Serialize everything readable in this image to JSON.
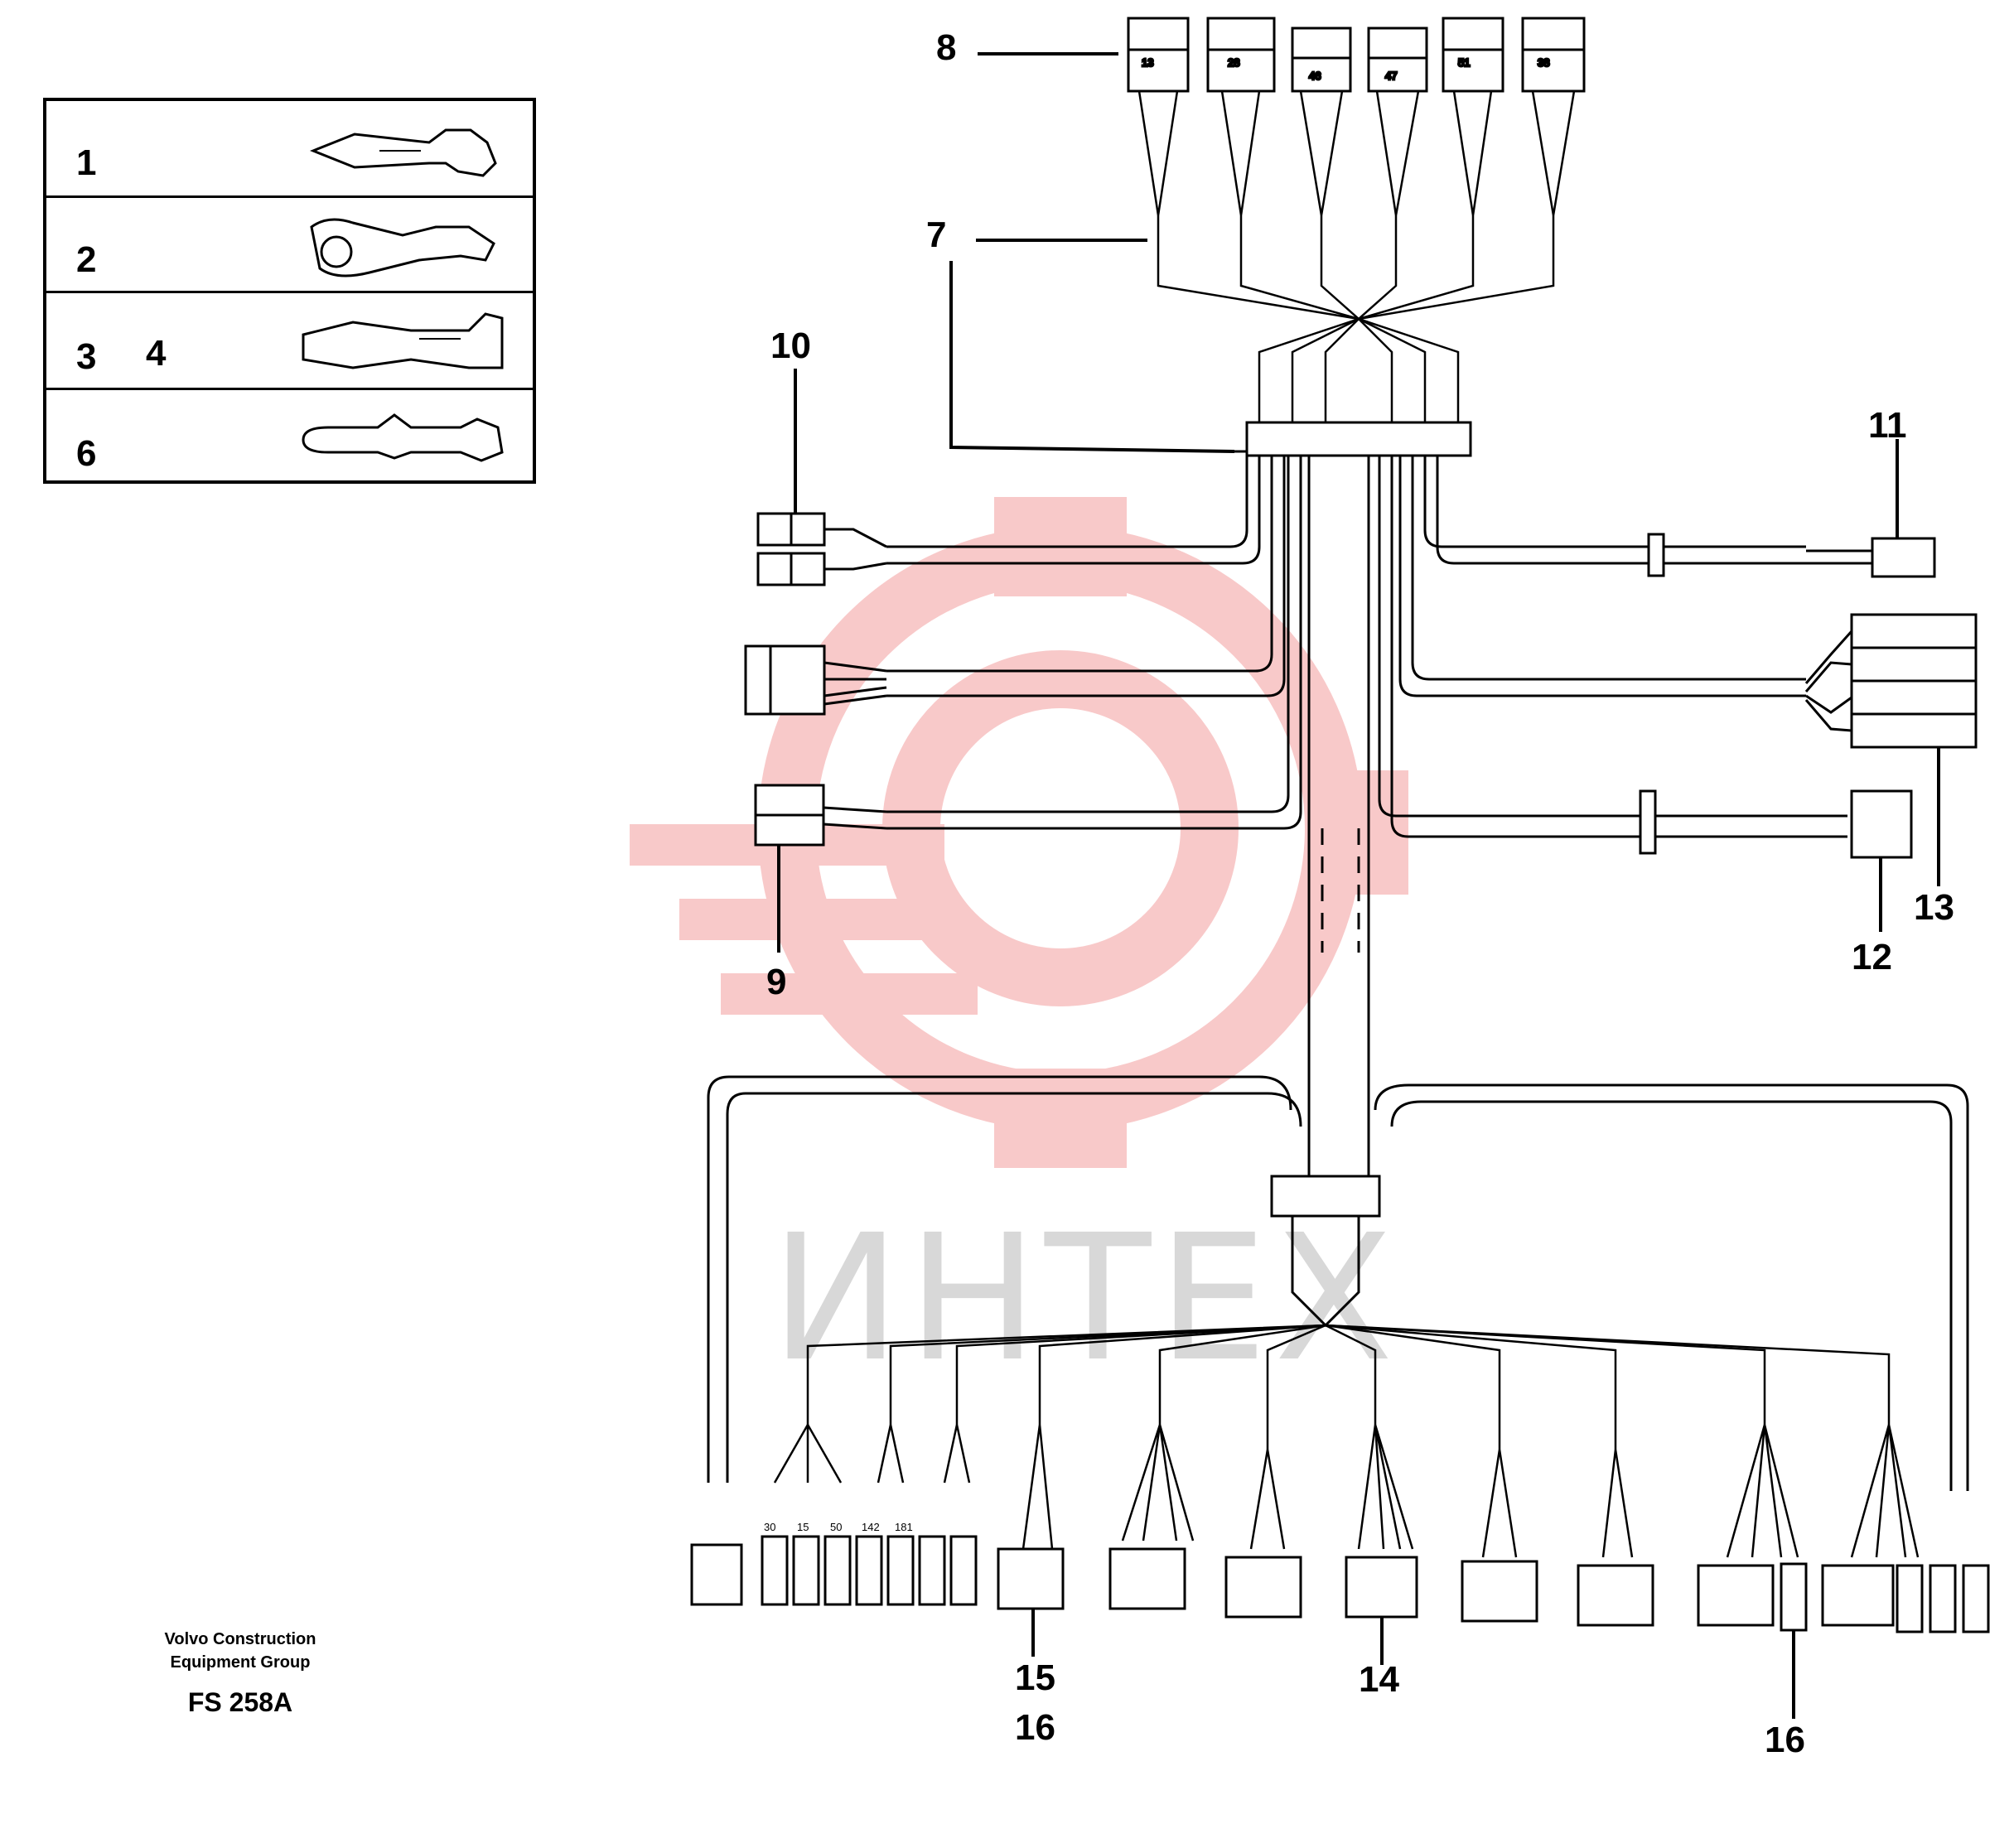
{
  "legend": {
    "rows": [
      {
        "label": "1",
        "icon": "terminal-pin-icon"
      },
      {
        "label": "2",
        "icon": "crimp-terminal-icon"
      },
      {
        "label": "3",
        "extra": "4",
        "icon": "blade-terminal-icon"
      },
      {
        "label": "6",
        "icon": "socket-terminal-icon"
      }
    ]
  },
  "callouts": {
    "c7": "7",
    "c8": "8",
    "c9": "9",
    "c10": "10",
    "c11": "11",
    "c12": "12",
    "c13": "13",
    "c14": "14",
    "c15": "15",
    "c16a": "16",
    "c16b": "16"
  },
  "top_connectors": [
    "13",
    "28",
    "46",
    "47",
    "51",
    "38"
  ],
  "pin_labels": [
    "30",
    "15",
    "50",
    "142",
    "181"
  ],
  "watermark": "ИНТЕХ",
  "footer": {
    "line1": "Volvo Construction",
    "line2": "Equipment Group",
    "code": "FS 258A"
  },
  "colors": {
    "line": "#000000",
    "watermark_red": "#f5b3b3",
    "watermark_gray": "#d8d8d8"
  }
}
